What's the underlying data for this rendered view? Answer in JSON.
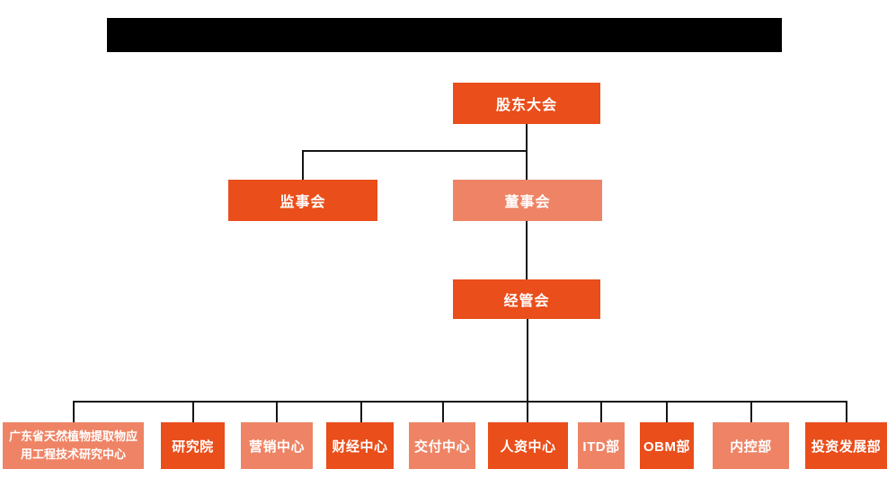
{
  "colors": {
    "box_dark": "#E94E1B",
    "box_light": "#EE8465",
    "connector": "#141414",
    "text": "#FFFFFF",
    "redacted_bar": "#000000",
    "page_bg": "#FFFFFF"
  },
  "org_chart": {
    "nodes": {
      "shareholders": {
        "label": "股东大会",
        "variant": "dark"
      },
      "supervisory": {
        "label": "监事会",
        "variant": "dark"
      },
      "board": {
        "label": "董事会",
        "variant": "light"
      },
      "management": {
        "label": "经管会",
        "variant": "dark"
      },
      "departments": [
        {
          "label": "广东省天然植物提取物应用工程技术研究中心",
          "variant": "light"
        },
        {
          "label": "研究院",
          "variant": "dark"
        },
        {
          "label": "营销中心",
          "variant": "light"
        },
        {
          "label": "财经中心",
          "variant": "dark"
        },
        {
          "label": "交付中心",
          "variant": "light"
        },
        {
          "label": "人资中心",
          "variant": "dark"
        },
        {
          "label": "ITD部",
          "variant": "light"
        },
        {
          "label": "OBM部",
          "variant": "dark"
        },
        {
          "label": "内控部",
          "variant": "light"
        },
        {
          "label": "投资发展部",
          "variant": "dark"
        }
      ]
    }
  }
}
